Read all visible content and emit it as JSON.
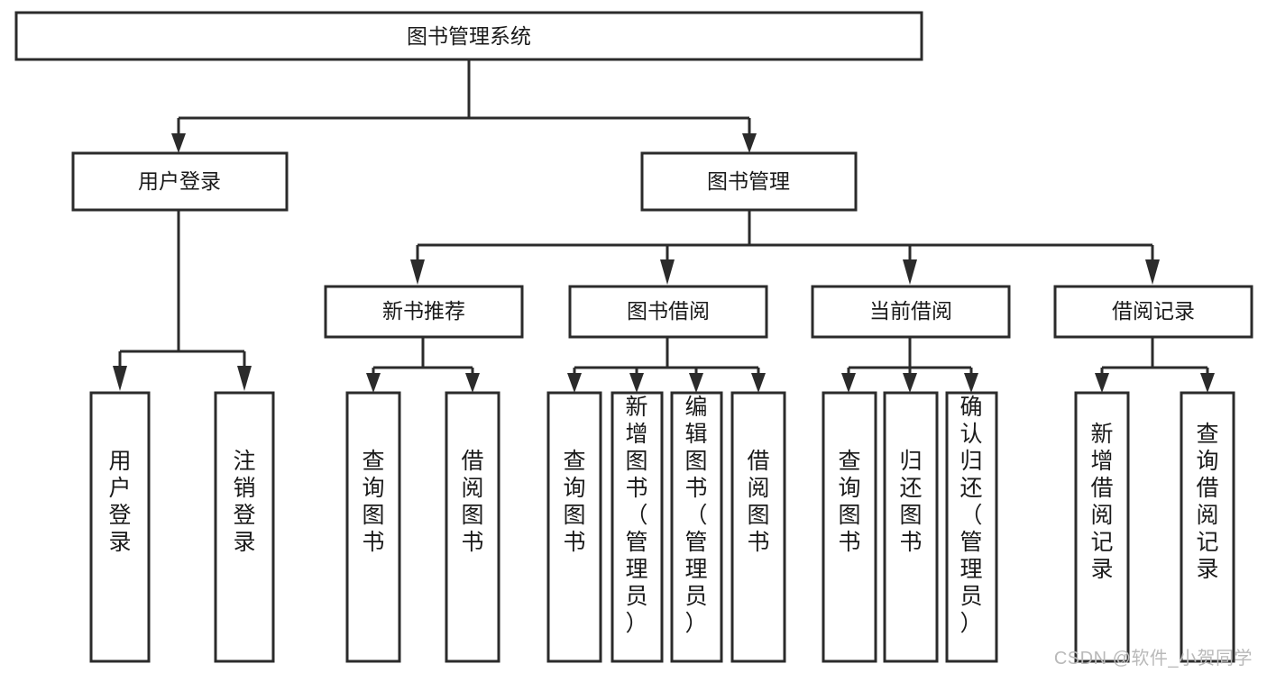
{
  "diagram": {
    "type": "tree-hierarchy",
    "title": "图书管理系统",
    "watermark": "CSDN @软件_小贺同学",
    "colors": {
      "stroke": "#2b2b2b",
      "fill": "#ffffff",
      "text": "#1a1a1a",
      "watermark": "#b9b9b9",
      "background": "#ffffff"
    },
    "levels": {
      "root": {
        "label": "图书管理系统"
      },
      "level2": [
        {
          "label": "用户登录"
        },
        {
          "label": "图书管理"
        }
      ],
      "level3": [
        {
          "label": "新书推荐"
        },
        {
          "label": "图书借阅"
        },
        {
          "label": "当前借阅"
        },
        {
          "label": "借阅记录"
        }
      ],
      "leaves_user_login": [
        {
          "label": "用户登录"
        },
        {
          "label": "注销登录"
        }
      ],
      "leaves_new_book": [
        {
          "label": "查询图书"
        },
        {
          "label": "借阅图书"
        }
      ],
      "leaves_borrow": [
        {
          "label": "查询图书"
        },
        {
          "label": "新增图书（管理员）"
        },
        {
          "label": "编辑图书（管理员）"
        },
        {
          "label": "借阅图书"
        }
      ],
      "leaves_current": [
        {
          "label": "查询图书"
        },
        {
          "label": "归还图书"
        },
        {
          "label": "确认归还（管理员）"
        }
      ],
      "leaves_records": [
        {
          "label": "新增借阅记录"
        },
        {
          "label": "查询借阅记录"
        }
      ]
    }
  }
}
